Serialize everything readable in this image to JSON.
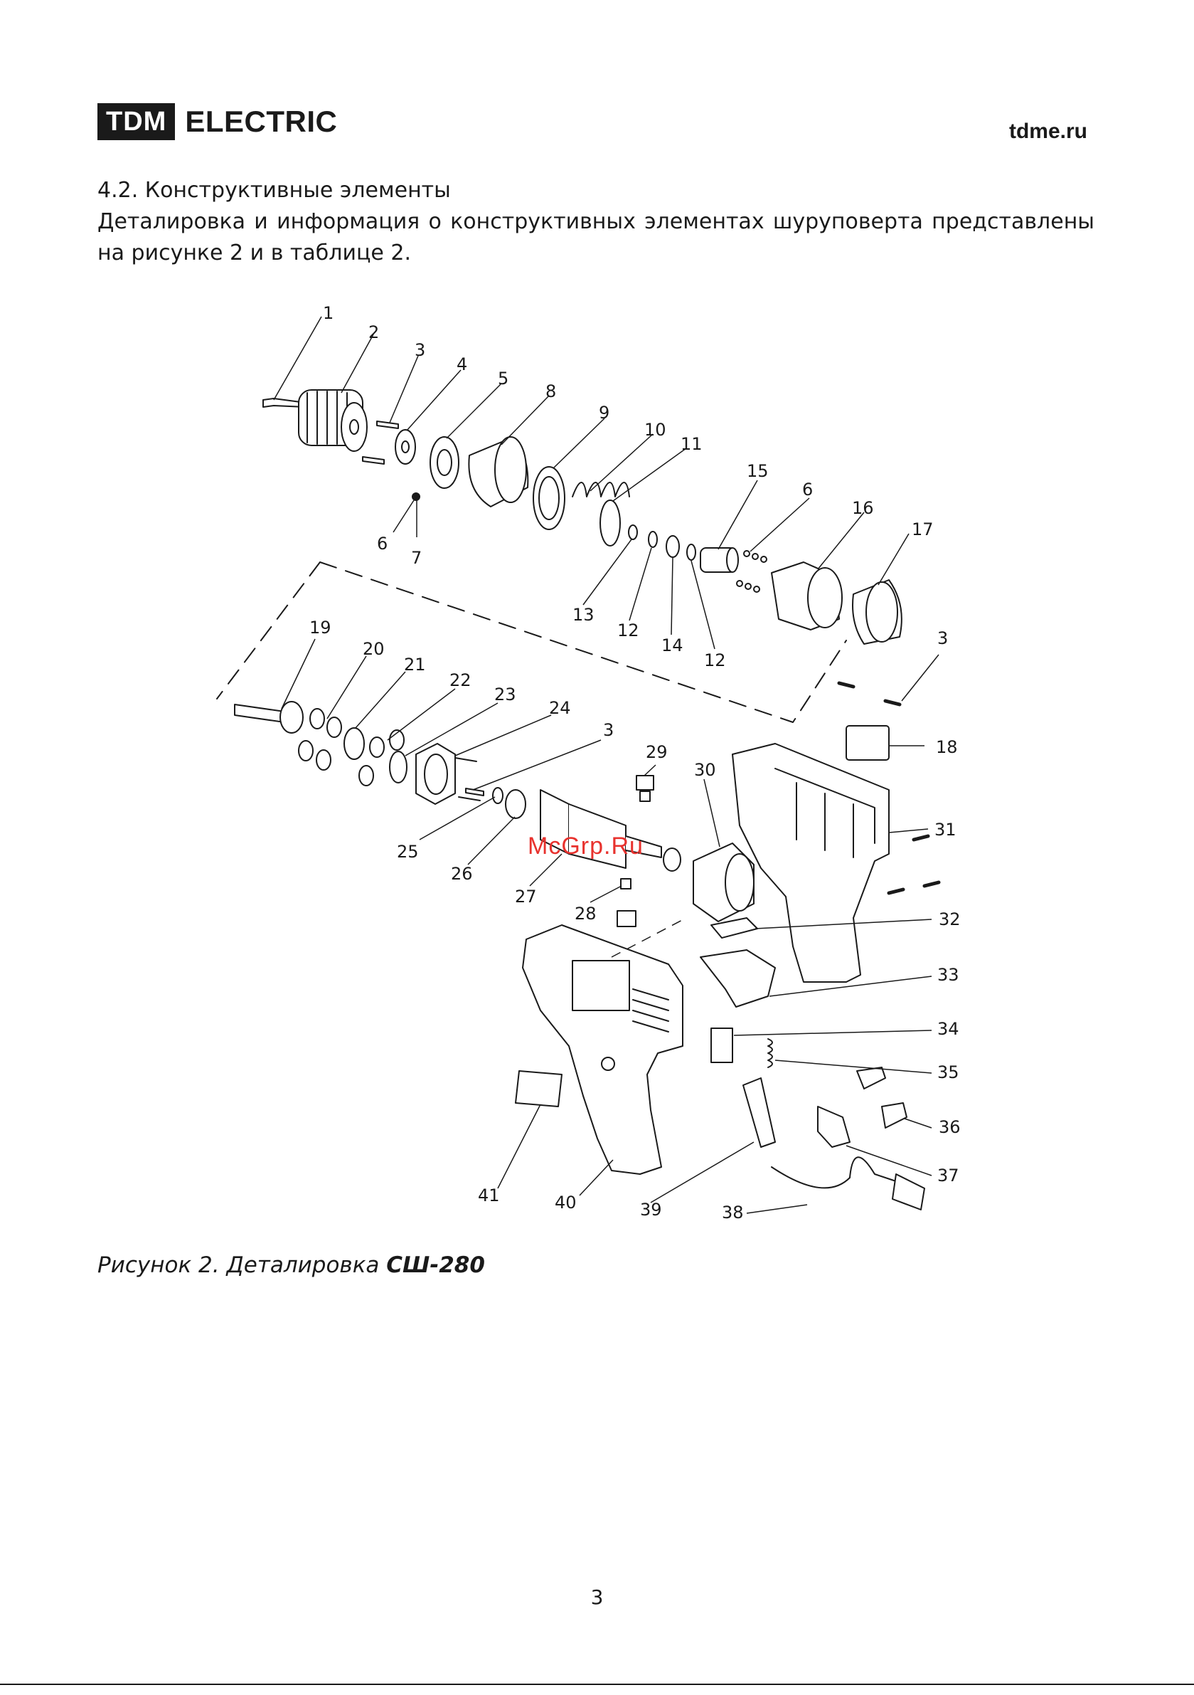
{
  "header": {
    "logo_mark": "TDM",
    "logo_word": "ELECTRIC",
    "website": "tdme.ru"
  },
  "section": {
    "title": "4.2. Конструктивные элементы",
    "intro": "Деталировка и информация о конструктивных элементах шуруповерта представлены на рисунке 2 и в таблице 2."
  },
  "figure": {
    "callouts": [
      "1",
      "2",
      "3",
      "4",
      "5",
      "8",
      "9",
      "10",
      "11",
      "15",
      "6",
      "16",
      "17",
      "6",
      "7",
      "13",
      "12",
      "14",
      "12",
      "3",
      "19",
      "20",
      "21",
      "22",
      "23",
      "24",
      "3",
      "29",
      "30",
      "18",
      "31",
      "25",
      "26",
      "27",
      "28",
      "32",
      "33",
      "34",
      "35",
      "36",
      "37",
      "41",
      "40",
      "39",
      "38"
    ],
    "caption_prefix": "Рисунок 2. Деталировка",
    "caption_model": "СШ-280"
  },
  "watermark": "McGrp.Ru",
  "page_number": "3"
}
